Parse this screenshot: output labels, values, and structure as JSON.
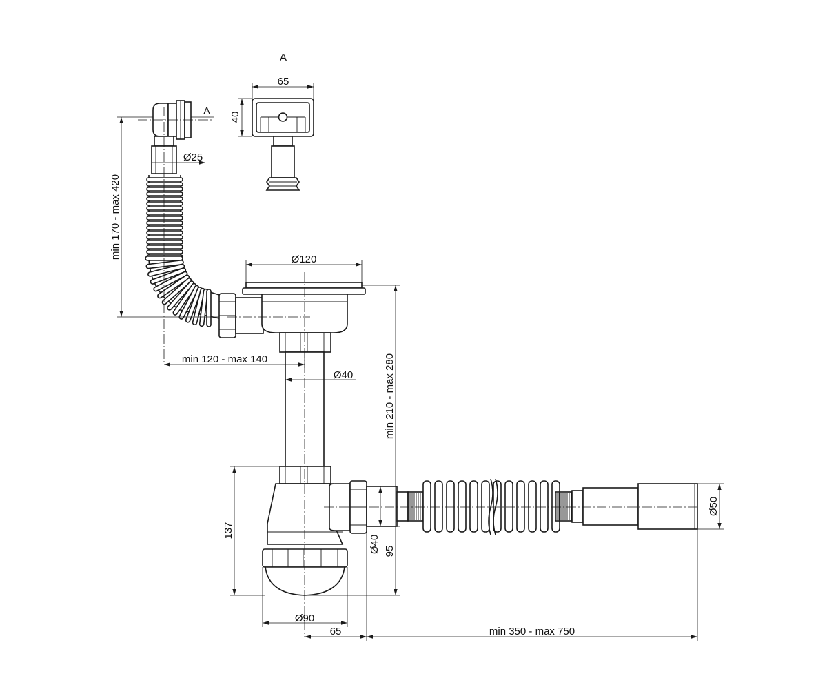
{
  "section_label": "A",
  "section_marker": "A",
  "dimensions": {
    "overflow_width": "65",
    "overflow_height": "40",
    "overflow_pipe_diameter": "Ø25",
    "overflow_height_range": "min 170 - max 420",
    "strainer_diameter": "Ø120",
    "overflow_offset_range": "min 120 - max 140",
    "tube_diameter": "Ø40",
    "drain_height_range": "min 210 - max 280",
    "outlet_diameter": "Ø50",
    "trap_height": "137",
    "outlet_pipe_diameter": "Ø40",
    "outlet_height": "95",
    "trap_diameter": "Ø90",
    "outlet_offset": "65",
    "hose_length_range": "min 350 - max 750"
  }
}
